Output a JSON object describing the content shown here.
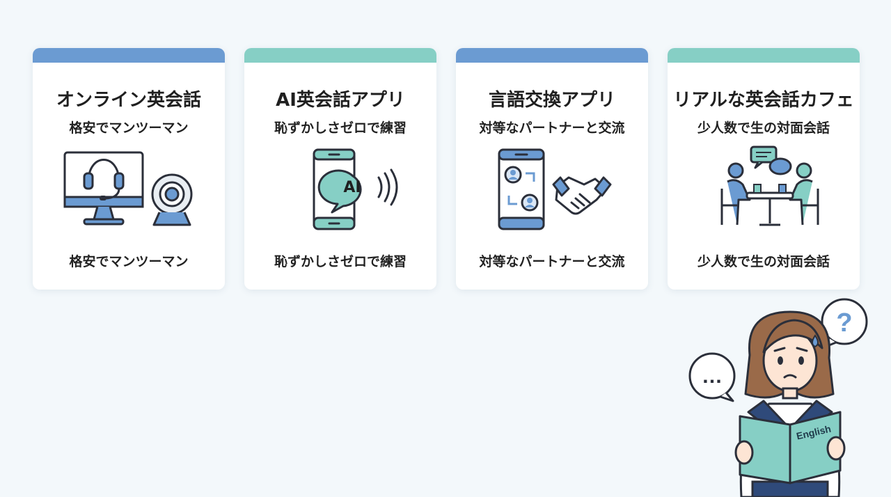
{
  "cards": [
    {
      "title": "オンライン英会話",
      "subtitle": "格安でマンツーマン",
      "caption": "格安でマンツーマン",
      "icons": [
        "headset-monitor-icon",
        "webcam-icon"
      ],
      "accent": "#6b9bd2"
    },
    {
      "title": "AI英会話アプリ",
      "subtitle": "恥ずかしさゼロで練習",
      "caption": "恥ずかしさゼロで練習",
      "icons": [
        "smartphone-ai-chat-icon"
      ],
      "ai_badge": "AI",
      "accent": "#86cfc5"
    },
    {
      "title": "言語交換アプリ",
      "subtitle": "対等なパートナーと交流",
      "caption": "対等なパートナーと交流",
      "icons": [
        "smartphone-exchange-icon",
        "handshake-icon"
      ],
      "accent": "#6b9bd2"
    },
    {
      "title": "リアルな英会話カフェ",
      "subtitle": "少人数で生の対面会話",
      "caption": "少人数で生の対面会話",
      "icons": [
        "cafe-conversation-icon"
      ],
      "accent": "#86cfc5"
    }
  ],
  "student": {
    "book_label": "English",
    "speech_left": "…",
    "speech_right": "?"
  },
  "colors": {
    "blue": "#6b9bd2",
    "teal": "#86cfc5",
    "outline": "#2b2f3a",
    "background": "#f3f8fb"
  }
}
